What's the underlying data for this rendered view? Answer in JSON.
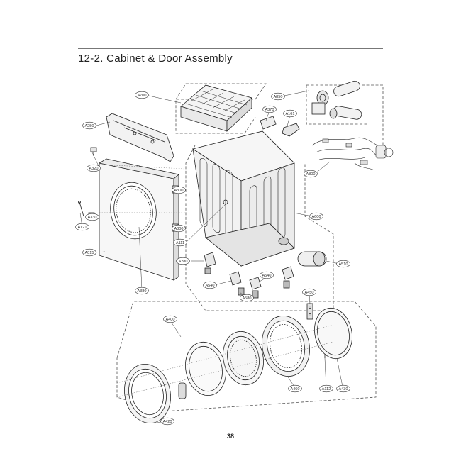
{
  "title": "12-2. Cabinet & Door Assembly",
  "page_number": "38",
  "callouts": [
    {
      "id": "A700",
      "label": "A700"
    },
    {
      "id": "A850",
      "label": "A850"
    },
    {
      "id": "A370",
      "label": "A370"
    },
    {
      "id": "A161",
      "label": "A161"
    },
    {
      "id": "A250",
      "label": "A250"
    },
    {
      "id": "A320",
      "label": "A320"
    },
    {
      "id": "A300a",
      "label": "A300"
    },
    {
      "id": "A800",
      "label": "A800"
    },
    {
      "id": "A330",
      "label": "A330"
    },
    {
      "id": "A121",
      "label": "A121"
    },
    {
      "id": "A300b",
      "label": "A300"
    },
    {
      "id": "A111",
      "label": "A111"
    },
    {
      "id": "A600",
      "label": "A600"
    },
    {
      "id": "A015",
      "label": "A015"
    },
    {
      "id": "A280",
      "label": "A280"
    },
    {
      "id": "A510",
      "label": "A510"
    },
    {
      "id": "A540a",
      "label": "A540"
    },
    {
      "id": "A580",
      "label": "A580"
    },
    {
      "id": "A540b",
      "label": "A540"
    },
    {
      "id": "A380",
      "label": "A380"
    },
    {
      "id": "A450",
      "label": "A450"
    },
    {
      "id": "A400",
      "label": "A400"
    },
    {
      "id": "A460",
      "label": "A460"
    },
    {
      "id": "A112",
      "label": "A112"
    },
    {
      "id": "A430",
      "label": "A430"
    },
    {
      "id": "A420",
      "label": "A420"
    }
  ]
}
